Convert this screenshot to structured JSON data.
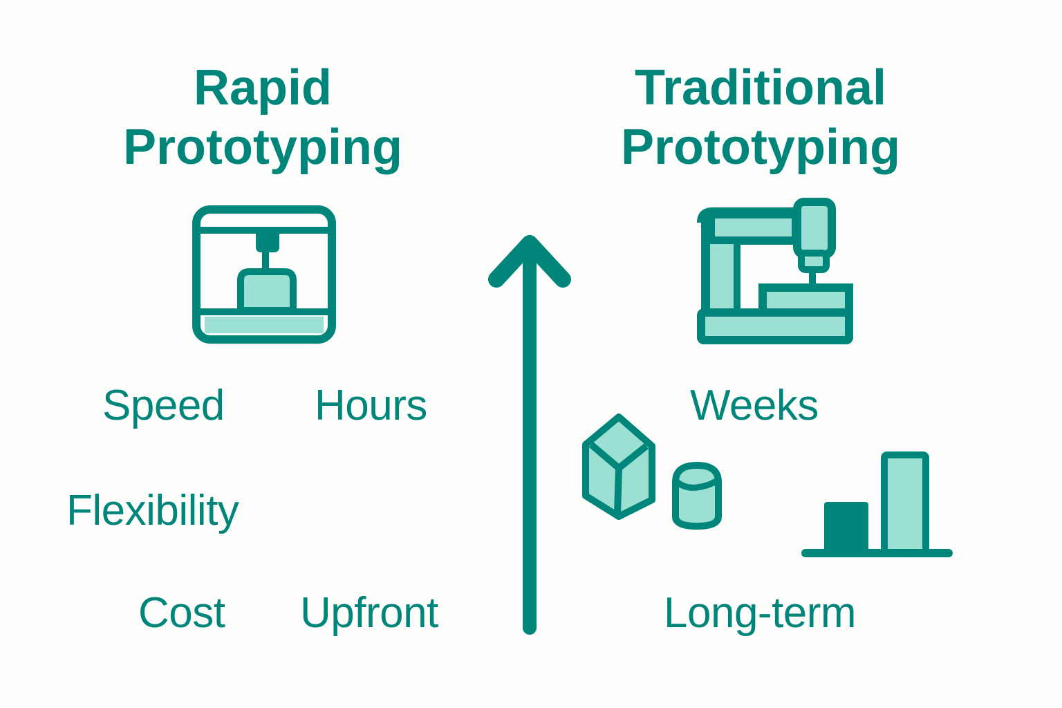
{
  "colors": {
    "primary": "#00857A",
    "fill": "#9BE0D3",
    "background": "#FDFDFB"
  },
  "left": {
    "title_line1": "Rapid",
    "title_line2": "Prototyping",
    "icon": "3d-printer-icon",
    "labels": {
      "speed": "Speed",
      "speed_value": "Hours",
      "flexibility": "Flexibility",
      "cost": "Cost",
      "cost_value": "Upfront"
    }
  },
  "center": {
    "icon": "up-arrow-icon"
  },
  "right": {
    "title_line1": "Traditional",
    "title_line2": "Prototyping",
    "icon": "cnc-machine-icon",
    "labels": {
      "speed_value": "Weeks",
      "cost_value": "Long-term"
    },
    "extra_icons": [
      "cube-icon",
      "cylinder-icon",
      "bar-chart-icon"
    ]
  }
}
